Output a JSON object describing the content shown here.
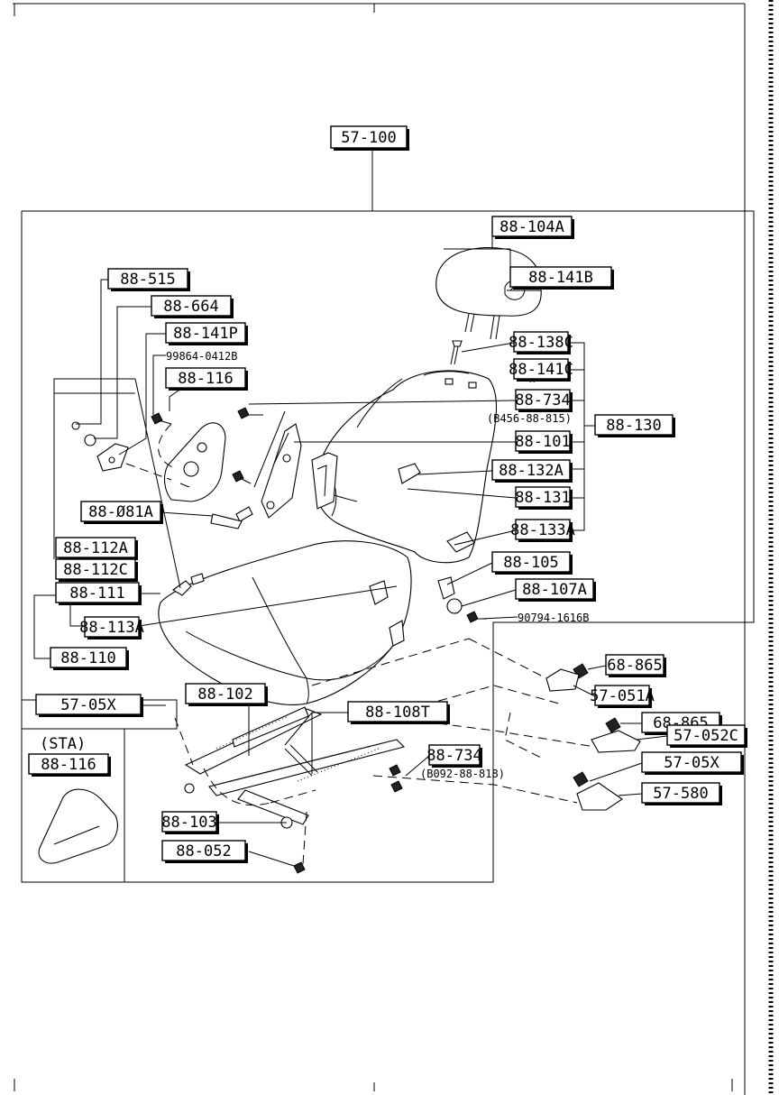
{
  "main_assembly": "57-100",
  "parts": [
    {
      "id": "p-104a",
      "code": "88-104A"
    },
    {
      "id": "p-141b",
      "code": "88-141B"
    },
    {
      "id": "p-515",
      "code": "88-515"
    },
    {
      "id": "p-664",
      "code": "88-664"
    },
    {
      "id": "p-141p",
      "code": "88-141P"
    },
    {
      "id": "p-116",
      "code": "88-116"
    },
    {
      "id": "p-138c",
      "code": "88-138C"
    },
    {
      "id": "p-141c",
      "code": "88-141C"
    },
    {
      "id": "p-734a",
      "code": "88-734"
    },
    {
      "id": "p-130",
      "code": "88-130"
    },
    {
      "id": "p-101",
      "code": "88-101"
    },
    {
      "id": "p-132a",
      "code": "88-132A"
    },
    {
      "id": "p-131",
      "code": "88-131"
    },
    {
      "id": "p-081a",
      "code": "88-Ø81A"
    },
    {
      "id": "p-133a",
      "code": "88-133A"
    },
    {
      "id": "p-112a",
      "code": "88-112A"
    },
    {
      "id": "p-112c",
      "code": "88-112C"
    },
    {
      "id": "p-111",
      "code": "88-111"
    },
    {
      "id": "p-105",
      "code": "88-105"
    },
    {
      "id": "p-107a",
      "code": "88-107A"
    },
    {
      "id": "p-113a",
      "code": "88-113A"
    },
    {
      "id": "p-110",
      "code": "88-110"
    },
    {
      "id": "p-865a",
      "code": "68-865"
    },
    {
      "id": "p-051a",
      "code": "57-051A"
    },
    {
      "id": "p-05xa",
      "code": "57-05X"
    },
    {
      "id": "p-102",
      "code": "88-102"
    },
    {
      "id": "p-865b",
      "code": "68-865"
    },
    {
      "id": "p-108t",
      "code": "88-108T"
    },
    {
      "id": "p-052c",
      "code": "57-052C"
    },
    {
      "id": "p-734b",
      "code": "88-734"
    },
    {
      "id": "p-05xb",
      "code": "57-05X"
    },
    {
      "id": "p-116sta",
      "code": "88-116"
    },
    {
      "id": "p-580",
      "code": "57-580"
    },
    {
      "id": "p-103",
      "code": "88-103"
    },
    {
      "id": "p-052",
      "code": "88-052"
    }
  ],
  "plain_labels": {
    "bolt_99864": "99864-0412B",
    "note_734_upper": "(B456-88-815)",
    "bolt_90794": "90794-1616B",
    "note_734_lower": "(B092-88-818)",
    "sta": "(STA)"
  }
}
